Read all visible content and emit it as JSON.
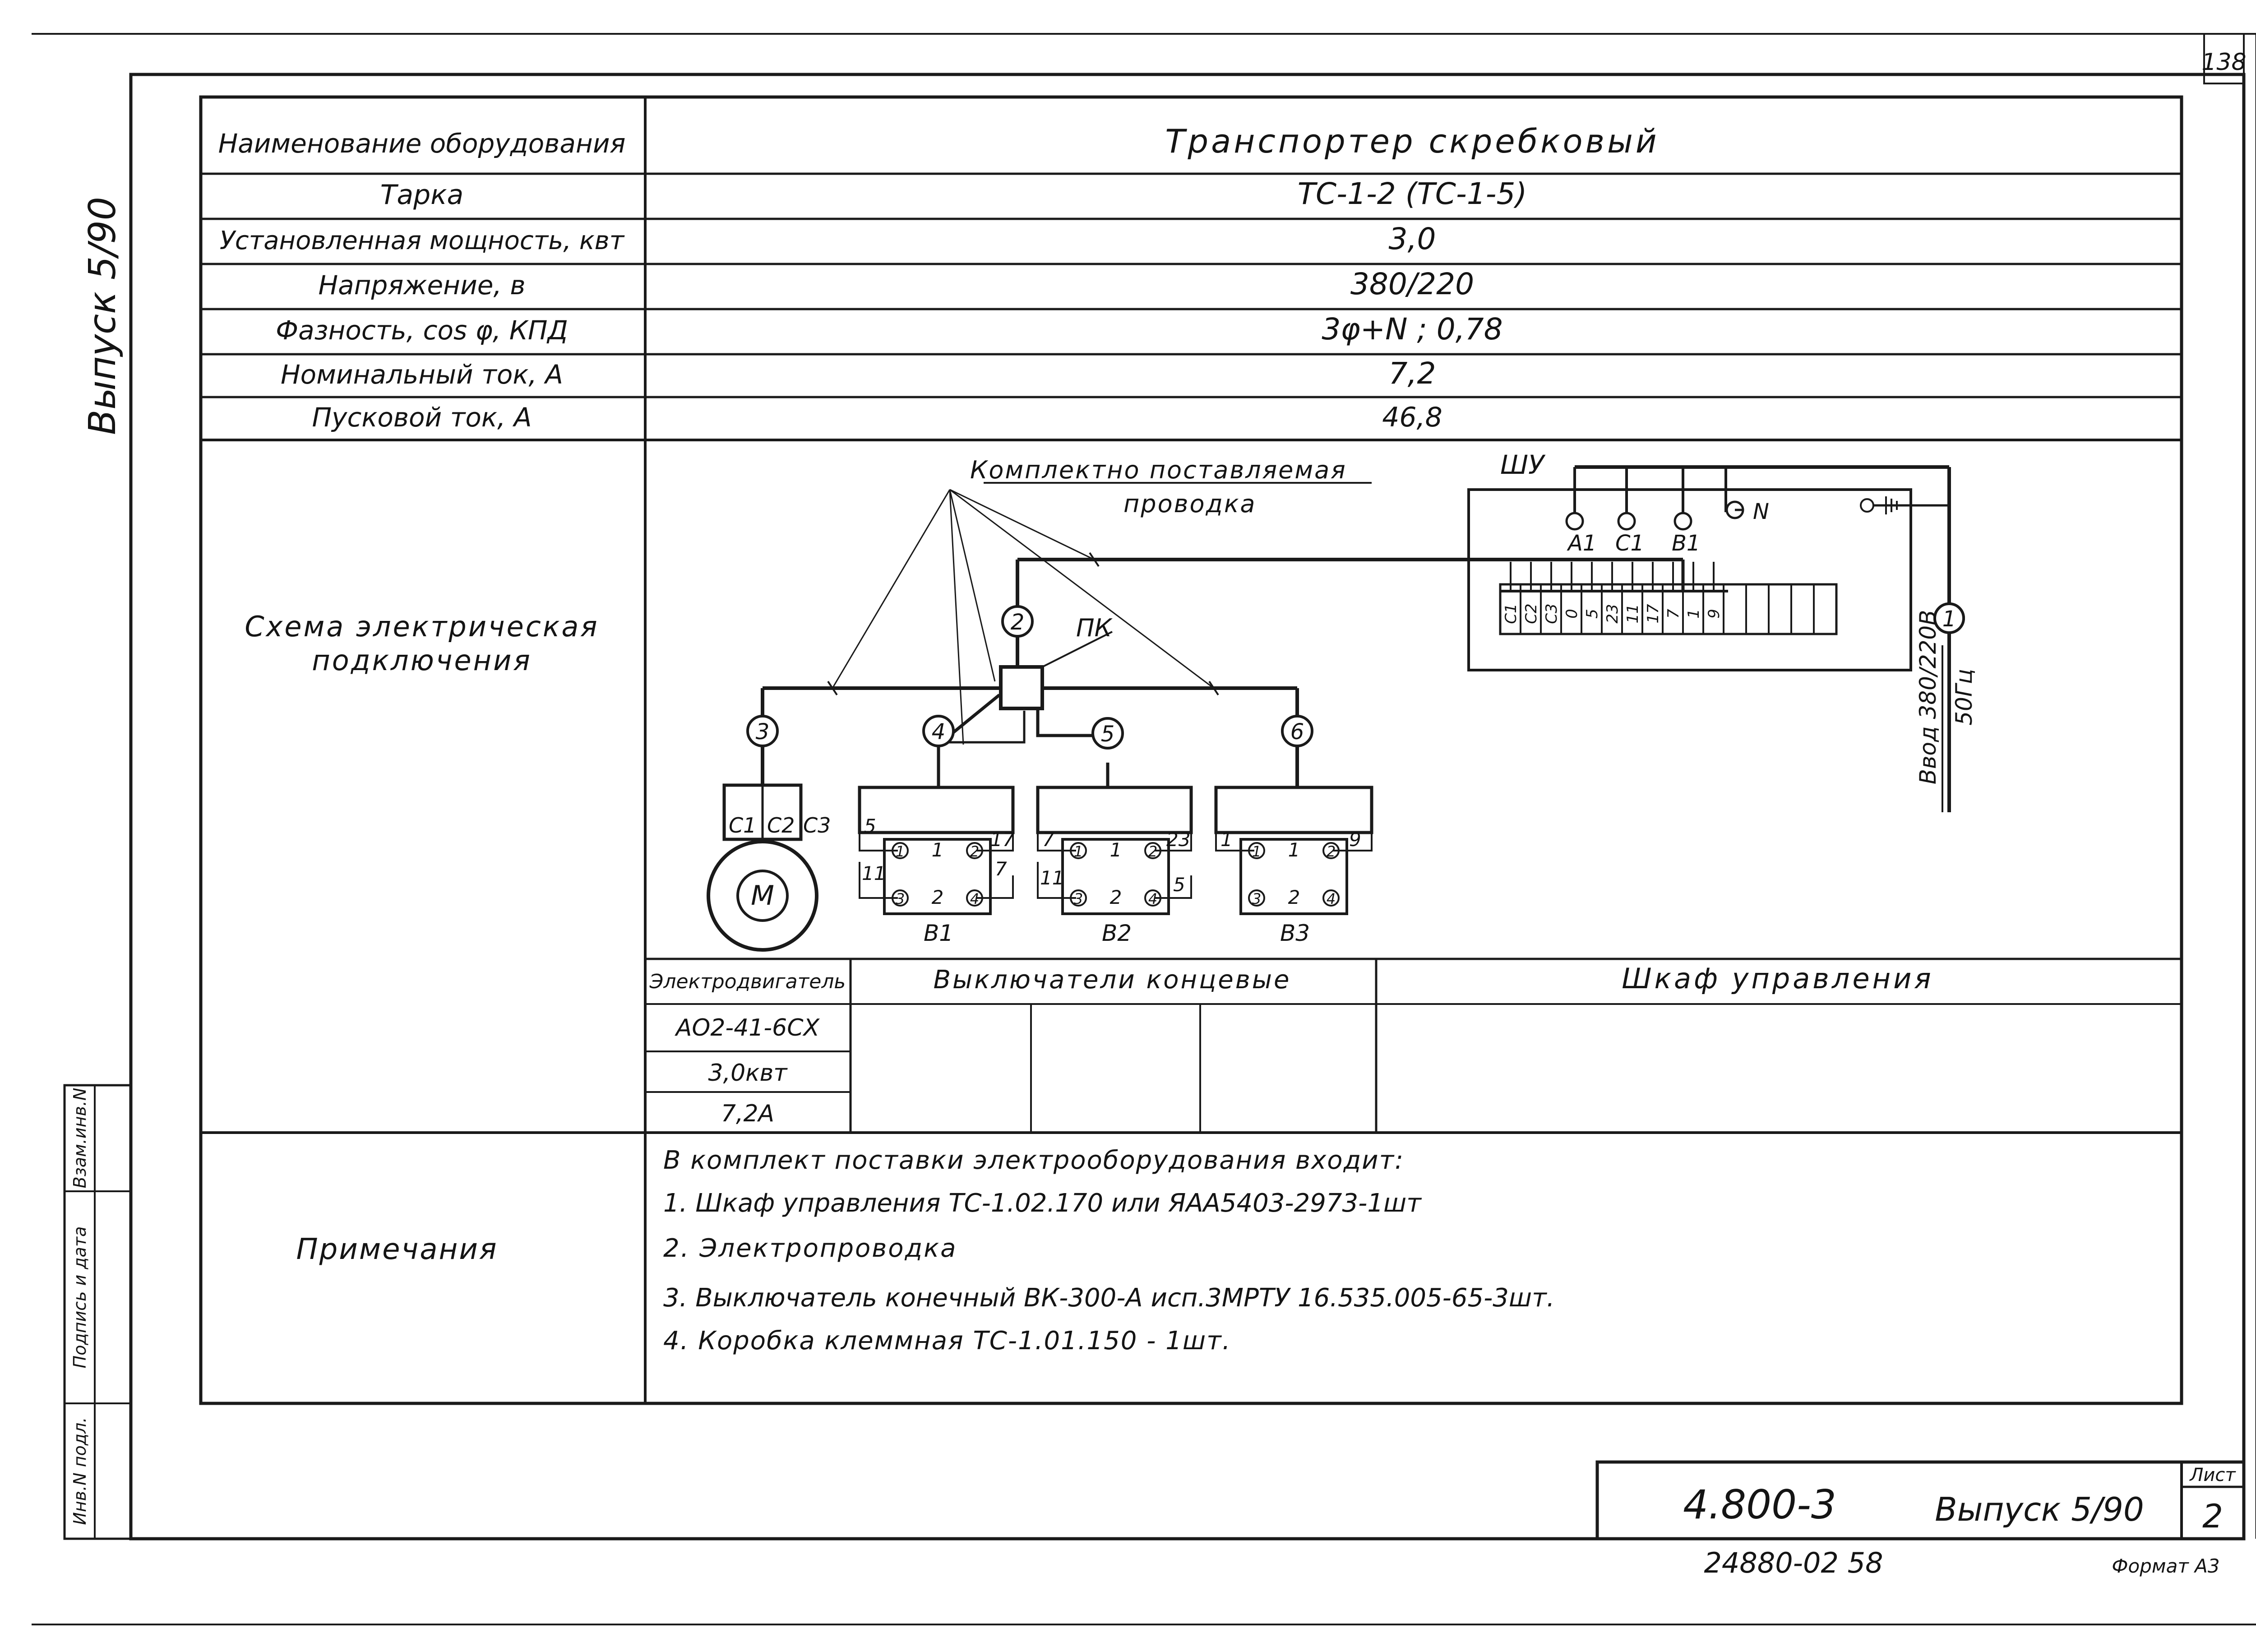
{
  "sheet_number": "138",
  "side_series": "Выпуск 5/90",
  "side_stamps": [
    "Инв.N подл.",
    "Подпись и дата",
    "Взам.инв.N"
  ],
  "spec_table": {
    "header_label": "Наименование оборудования",
    "header_value": "Транспортер скребковый",
    "rows": [
      {
        "label": "Тарка",
        "value": "ТС-1-2 (ТС-1-5)"
      },
      {
        "label": "Установленная мощность, квт",
        "value": "3,0"
      },
      {
        "label": "Напряжение, в",
        "value": "380/220"
      },
      {
        "label": "Фазность, cos φ, КПД",
        "value": "3φ+N ; 0,78"
      },
      {
        "label": "Номинальный ток, А",
        "value": "7,2"
      },
      {
        "label": "Пусковой ток, А",
        "value": "46,8"
      }
    ]
  },
  "schema": {
    "label_line1": "Схема электрическая",
    "label_line2": "подключения",
    "supply_note_line1": "Комплектно поставляемая",
    "supply_note_line2": "проводка",
    "cabinet_label": "ШУ",
    "junction_label": "ПК",
    "cabinet_terminals": [
      "A1",
      "C1",
      "B1",
      "N"
    ],
    "terminal_strip": [
      "C1",
      "C2",
      "C3",
      "0",
      "5",
      "23",
      "11",
      "17",
      "7",
      "1",
      "9"
    ],
    "input_line1": "Ввод 380/220В",
    "input_line2": "50Гц",
    "cable_numbers": [
      "1",
      "2",
      "3",
      "4",
      "5",
      "6"
    ],
    "motor_symbol": "M",
    "motor_leads": [
      "C1",
      "C2",
      "C3"
    ],
    "switches": [
      {
        "name": "B1",
        "in_wire": "5",
        "out_wire": "17",
        "low_left": "11",
        "low_right": "7"
      },
      {
        "name": "B2",
        "in_wire": "7",
        "out_wire": "23",
        "low_left": "11",
        "low_right": "5"
      },
      {
        "name": "B3",
        "in_wire": "1",
        "out_wire": "9",
        "low_left": "",
        "low_right": ""
      }
    ],
    "switch_contacts_top": [
      "1",
      "1",
      "2"
    ],
    "switch_contacts_bottom": [
      "3",
      "2",
      "4"
    ]
  },
  "equipment_table": {
    "motor_header": "Электродвигатель",
    "switches_header": "Выключатели концевые",
    "cabinet_header": "Шкаф управления",
    "motor_values": [
      "АО2-41-6СХ",
      "3,0квт",
      "7,2А"
    ]
  },
  "notes": {
    "label": "Примечания",
    "intro": "В комплект поставки электрооборудования входит:",
    "items": [
      "1. Шкаф управления ТС-1.02.170 или ЯАА5403-2973-1шт",
      "2. Электропроводка",
      "3. Выключатель конечный ВК-300-А исп.3МРТУ 16.535.005-65-3шт.",
      "4. Коробка клеммная ТС-1.01.150 - 1шт."
    ]
  },
  "title_block": {
    "code": "4.800-3",
    "series": "Выпуск 5/90",
    "sheet_label": "Лист",
    "sheet_value": "2"
  },
  "footer": {
    "archive_number": "24880-02 58",
    "format": "Формат А3"
  }
}
